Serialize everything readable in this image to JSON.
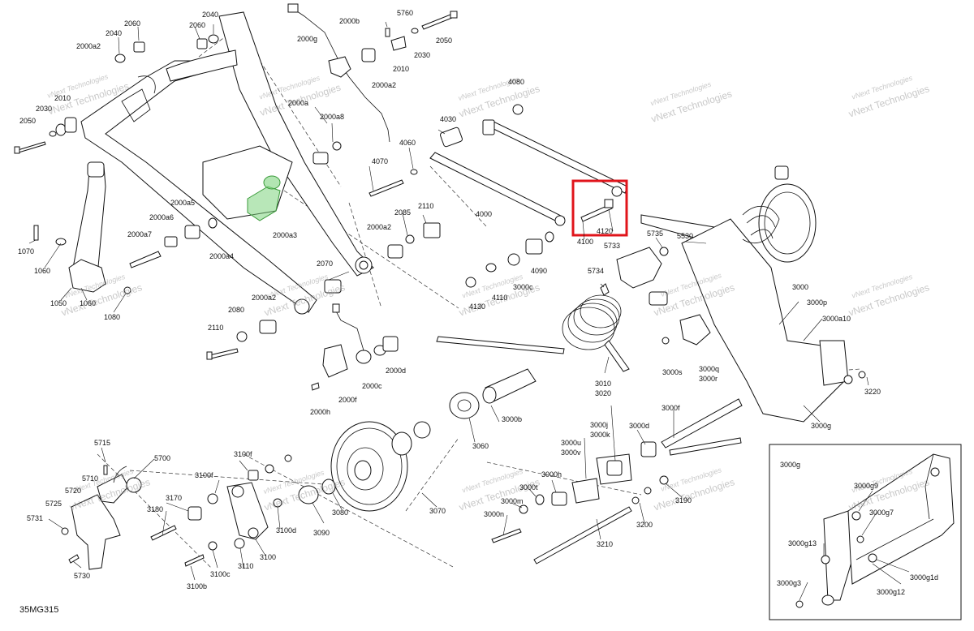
{
  "diagram": {
    "document_id": "35MG315",
    "watermark_text": "vNext Technologies",
    "highlight_color": "#e0141b",
    "highlighted_part": "4120",
    "accent_part_color": "#7ed37e",
    "accent_part": "2000a3",
    "inset_title": "3000g",
    "part_labels": [
      "2040",
      "2060",
      "2040",
      "2060",
      "2000a2",
      "2010",
      "2030",
      "2050",
      "2000a",
      "2000a8",
      "2000b",
      "5760",
      "2050",
      "2000g",
      "2010",
      "2030",
      "2000a2",
      "4080",
      "4030",
      "4060",
      "4070",
      "4000",
      "2085",
      "2110",
      "2000a2",
      "2000a5",
      "2000a6",
      "2000a7",
      "2000a4",
      "2000a3",
      "1070",
      "1060",
      "1050",
      "1060",
      "1080",
      "2070",
      "2000a2",
      "2080",
      "2110",
      "2000c",
      "2000d",
      "2000f",
      "2000h",
      "4100",
      "4120",
      "5735",
      "5530",
      "5733",
      "5734",
      "4090",
      "3000c",
      "4110",
      "4130",
      "3000",
      "3000p",
      "3000a10",
      "3000s",
      "3000q",
      "3000r",
      "3010",
      "3020",
      "3220",
      "3000g",
      "3000f",
      "3000b",
      "3060",
      "3070",
      "3080",
      "3090",
      "3100d",
      "3100",
      "3110",
      "3100c",
      "3100b",
      "3100f",
      "3100f",
      "3170",
      "3180",
      "5715",
      "5700",
      "5710",
      "5720",
      "5725",
      "5731",
      "5730",
      "3000j",
      "3000k",
      "3000d",
      "3000u",
      "3000v",
      "3000h",
      "3000t",
      "3000m",
      "3000n",
      "3210",
      "3200",
      "3190",
      "3000g9",
      "3000g7",
      "3000g13",
      "3000g1d",
      "3000g12",
      "3000g3"
    ]
  }
}
